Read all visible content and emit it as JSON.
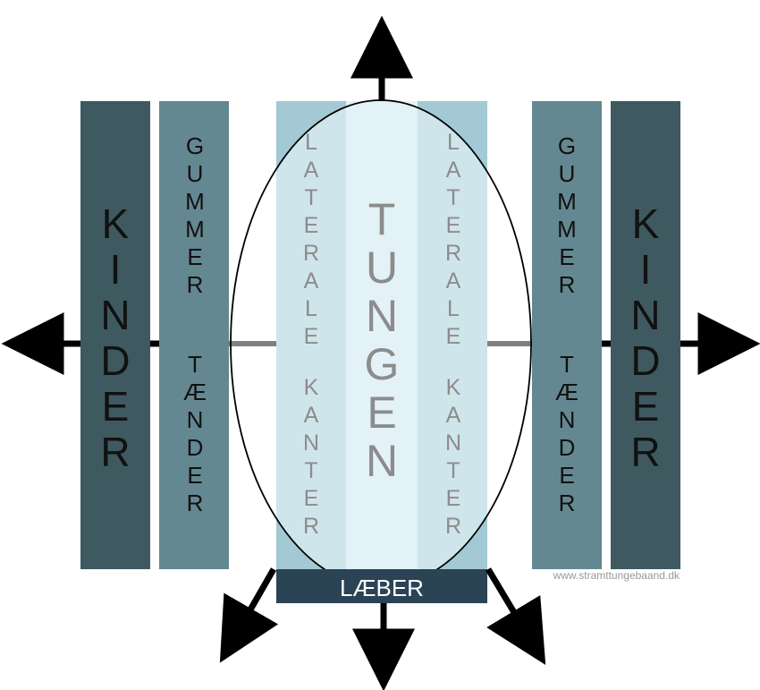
{
  "cheeks": {
    "left_letters": [
      "K",
      "I",
      "N",
      "D",
      "E",
      "R"
    ],
    "right_letters": [
      "K",
      "I",
      "N",
      "D",
      "E",
      "R"
    ]
  },
  "gums": {
    "left": {
      "top_letters": [
        "G",
        "U",
        "M",
        "M",
        "E",
        "R"
      ],
      "bottom_letters": [
        "T",
        "Æ",
        "N",
        "D",
        "E",
        "R"
      ]
    },
    "right": {
      "top_letters": [
        "G",
        "U",
        "M",
        "M",
        "E",
        "R"
      ],
      "bottom_letters": [
        "T",
        "Æ",
        "N",
        "D",
        "E",
        "R"
      ]
    }
  },
  "lateral": {
    "left": {
      "top_letters": [
        "L",
        "A",
        "T",
        "E",
        "R",
        "A",
        "L",
        "E"
      ],
      "bottom_letters": [
        "K",
        "A",
        "N",
        "T",
        "E",
        "R"
      ]
    },
    "right": {
      "top_letters": [
        "L",
        "A",
        "T",
        "E",
        "R",
        "A",
        "L",
        "E"
      ],
      "bottom_letters": [
        "K",
        "A",
        "N",
        "T",
        "E",
        "R"
      ]
    }
  },
  "tongue": {
    "letters": [
      "T",
      "U",
      "N",
      "G",
      "E",
      "N"
    ]
  },
  "lips": {
    "label": "LÆBER"
  },
  "watermark": {
    "text": "www.stramttungebaand.dk"
  },
  "colors": {
    "cheek": "#3e5a60",
    "gum": "#648891",
    "lateral_outer": "#a2c9d4",
    "lateral_inner": "#cfe5ec",
    "center": "#e3f2f7",
    "ellipse_fill": "rgba(255,255,255,0.35)",
    "lips": "#2a4455",
    "letter_dark": "#111111",
    "letter_gray": "#8c8c8c",
    "arrow": "#000000",
    "connector": "#808080",
    "watermark": "#999999"
  }
}
